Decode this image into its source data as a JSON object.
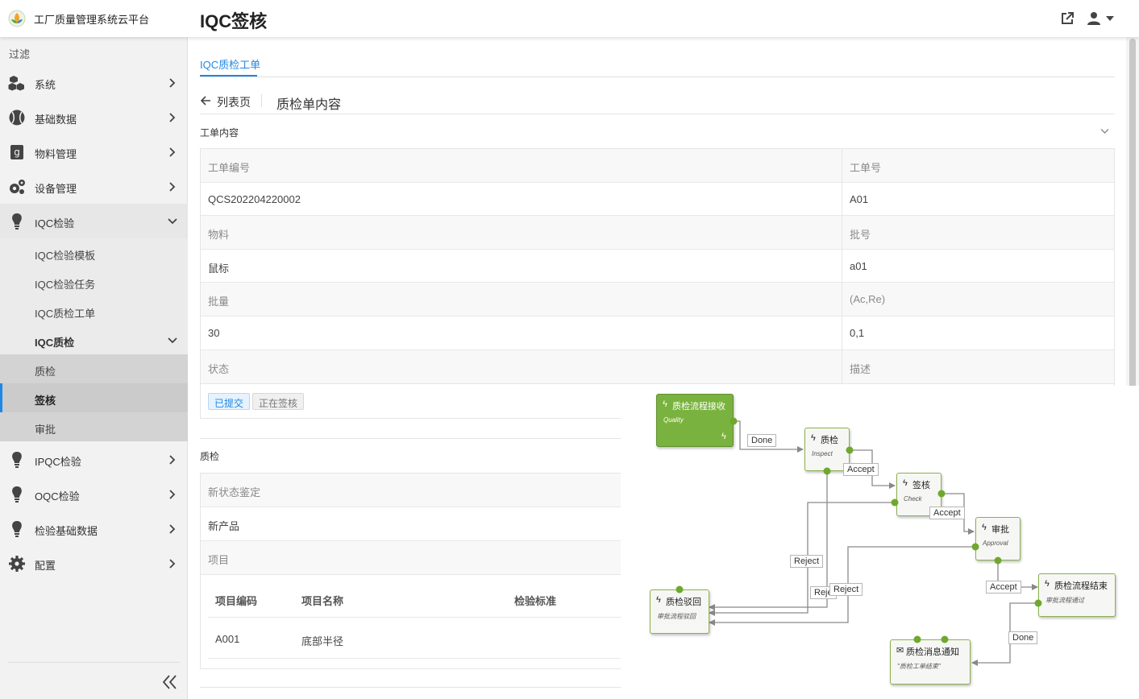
{
  "header": {
    "brand": "工厂质量管理系统云平台",
    "page_title": "IQC签核",
    "icons": [
      "leaf-logo-icon",
      "external-link-icon",
      "user-icon",
      "caret-down-icon"
    ]
  },
  "sidebar": {
    "filter_label": "过滤",
    "items": [
      {
        "label": "系统",
        "icon": "cubes-icon"
      },
      {
        "label": "基础数据",
        "icon": "baseball-icon"
      },
      {
        "label": "物料管理",
        "icon": "g-square-icon"
      },
      {
        "label": "设备管理",
        "icon": "gears-icon"
      },
      {
        "label": "IQC检验",
        "icon": "lightbulb-icon"
      },
      {
        "label": "IPQC检验",
        "icon": "lightbulb-icon"
      },
      {
        "label": "OQC检验",
        "icon": "lightbulb-icon"
      },
      {
        "label": "检验基础数据",
        "icon": "lightbulb-icon"
      },
      {
        "label": "配置",
        "icon": "gear-icon"
      }
    ],
    "iqc_children": [
      "IQC检验模板",
      "IQC检验任务",
      "IQC质检工单",
      "IQC质检"
    ],
    "iqc_qc_children": [
      "质检",
      "签核",
      "审批"
    ],
    "active": "签核"
  },
  "main": {
    "tab": "IQC质检工单",
    "back_label": "列表页",
    "detail_title": "质检单内容",
    "section1_title": "工单内容",
    "fields": [
      {
        "label": "工单编号",
        "value": "QCS202204220002",
        "label2": "工单号",
        "value2": "A01"
      },
      {
        "label": "物料",
        "value": "鼠标",
        "label2": "批号",
        "value2": "a01"
      },
      {
        "label": "批量",
        "value": "30",
        "label2": "(Ac,Re)",
        "value2": "0,1"
      },
      {
        "label": "状态",
        "label2": "描述"
      }
    ],
    "status_badges": [
      "已提交",
      "正在签核"
    ],
    "section2_title": "质检",
    "new_state_label": "新状态鉴定",
    "new_state_value": "新产品",
    "items_label": "项目",
    "item_table": {
      "headers": [
        "项目编码",
        "项目名称",
        "检验标准"
      ],
      "rows": [
        [
          "A001",
          "底部半径",
          ""
        ]
      ]
    }
  },
  "flow": {
    "nodes": {
      "receive": {
        "title": "质检流程接收",
        "subtitle": "Quality"
      },
      "inspect": {
        "title": "质检",
        "subtitle": "Inspect"
      },
      "check": {
        "title": "签核",
        "subtitle": "Check"
      },
      "approval": {
        "title": "审批",
        "subtitle": "Approval"
      },
      "end": {
        "title": "质检流程结束",
        "subtitle": "审批流程通过"
      },
      "reject": {
        "title": "质检驳回",
        "subtitle": "审批流程驳回"
      },
      "notify": {
        "title": "质检消息通知",
        "subtitle": "\"质检工单结束\""
      }
    },
    "edges": {
      "done1": "Done",
      "accept1": "Accept",
      "accept2": "Accept",
      "accept3": "Accept",
      "done2": "Done",
      "reject1": "Reject",
      "reject2": "Reje",
      "reject3": "Reject"
    },
    "colors": {
      "node_border": "#8cb14f",
      "start_fill": "#7ab23f",
      "port": "#6fa82e"
    }
  }
}
